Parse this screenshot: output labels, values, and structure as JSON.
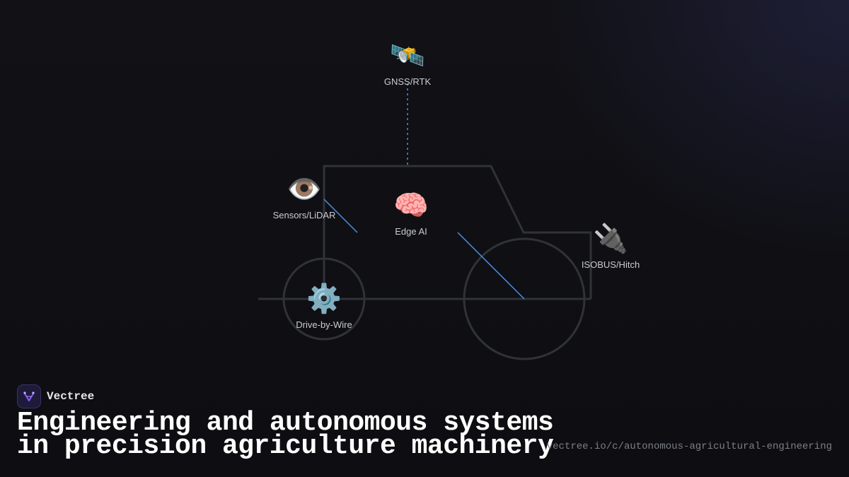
{
  "diagram": {
    "nodes": {
      "gnss": {
        "icon": "🛰️",
        "icon_name": "satellite-icon",
        "label": "GNSS/RTK"
      },
      "sensors": {
        "icon": "👁️",
        "icon_name": "eye-icon",
        "label": "Sensors/LiDAR"
      },
      "edge_ai": {
        "icon": "🧠",
        "icon_name": "brain-icon",
        "label": "Edge AI"
      },
      "isobus": {
        "icon": "🔌",
        "icon_name": "plug-icon",
        "label": "ISOBUS/Hitch"
      },
      "drive": {
        "icon": "⚙️",
        "icon_name": "gear-icon",
        "label": "Drive-by-Wire"
      }
    },
    "colors": {
      "outline": "#2f3338",
      "connector": "#4a8fe8"
    }
  },
  "brand": {
    "name": "Vectree",
    "logo_icon": "vectree-logo-icon",
    "accent": "#8b5cf6"
  },
  "headline": {
    "line1": "Engineering and autonomous systems",
    "line2": "in precision agriculture machinery"
  },
  "url": "vectree.io/c/autonomous-agricultural-engineering"
}
